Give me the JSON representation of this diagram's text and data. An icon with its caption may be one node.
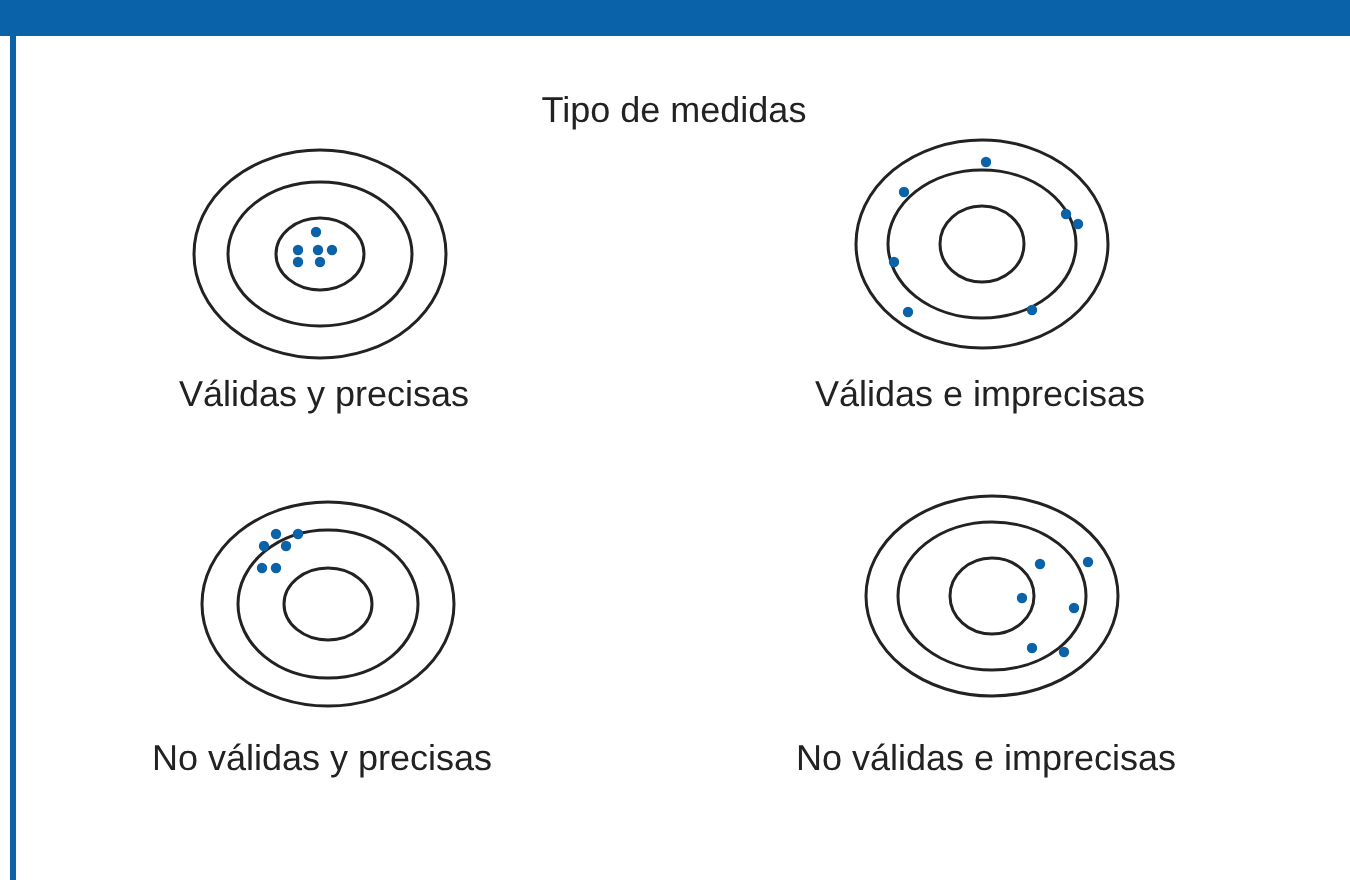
{
  "diagram": {
    "title": "Tipo de medidas",
    "labels": [
      "Válidas y precisas",
      "Válidas e imprecisas",
      "No válidas y precisas",
      "No válidas e imprecisas"
    ]
  }
}
